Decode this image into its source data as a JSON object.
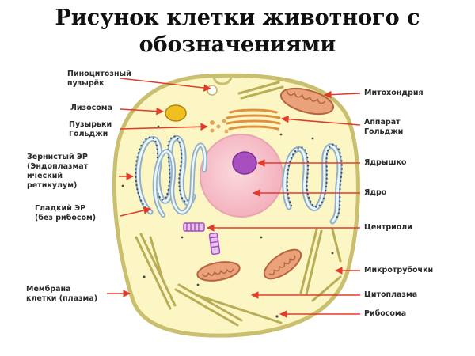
{
  "title_line1": "Рисунок клетки животного с",
  "title_line2": "обозначениями",
  "labels": {
    "pinocytotic": "Пиноцитозный\nпузырёк",
    "lysosome": "Лизосома",
    "golgi_vesicles": "Пузырьки\nГольджи",
    "rough_er": "Зернистый ЭР\n(Эндоплазмат\nический\nретикулум)",
    "smooth_er": "Гладкий ЭР\n(без рибосом)",
    "membrane": "Мембрана\nклетки (плазма)",
    "mitochondria": "Митохондрия",
    "golgi": "Аппарат\nГольджи",
    "nucleolus": "Ядрышко",
    "nucleus": "Ядро",
    "centrioles": "Центриоли",
    "microtubules": "Микротрубочки",
    "cytoplasm": "Цитоплазма",
    "ribosome": "Рибосома"
  },
  "colors": {
    "cytoplasm": "#fbf6c4",
    "membrane": "#c9bf6e",
    "nucleus": "#f8c6cf",
    "nucleolus": "#a84fc0",
    "mitochondria": "#e9a27a",
    "golgi": "#e0913d",
    "lysosome": "#f0c020",
    "er": "#8fb0c7",
    "arrow": "#e23b2a",
    "microtubule": "#b9ad58"
  }
}
